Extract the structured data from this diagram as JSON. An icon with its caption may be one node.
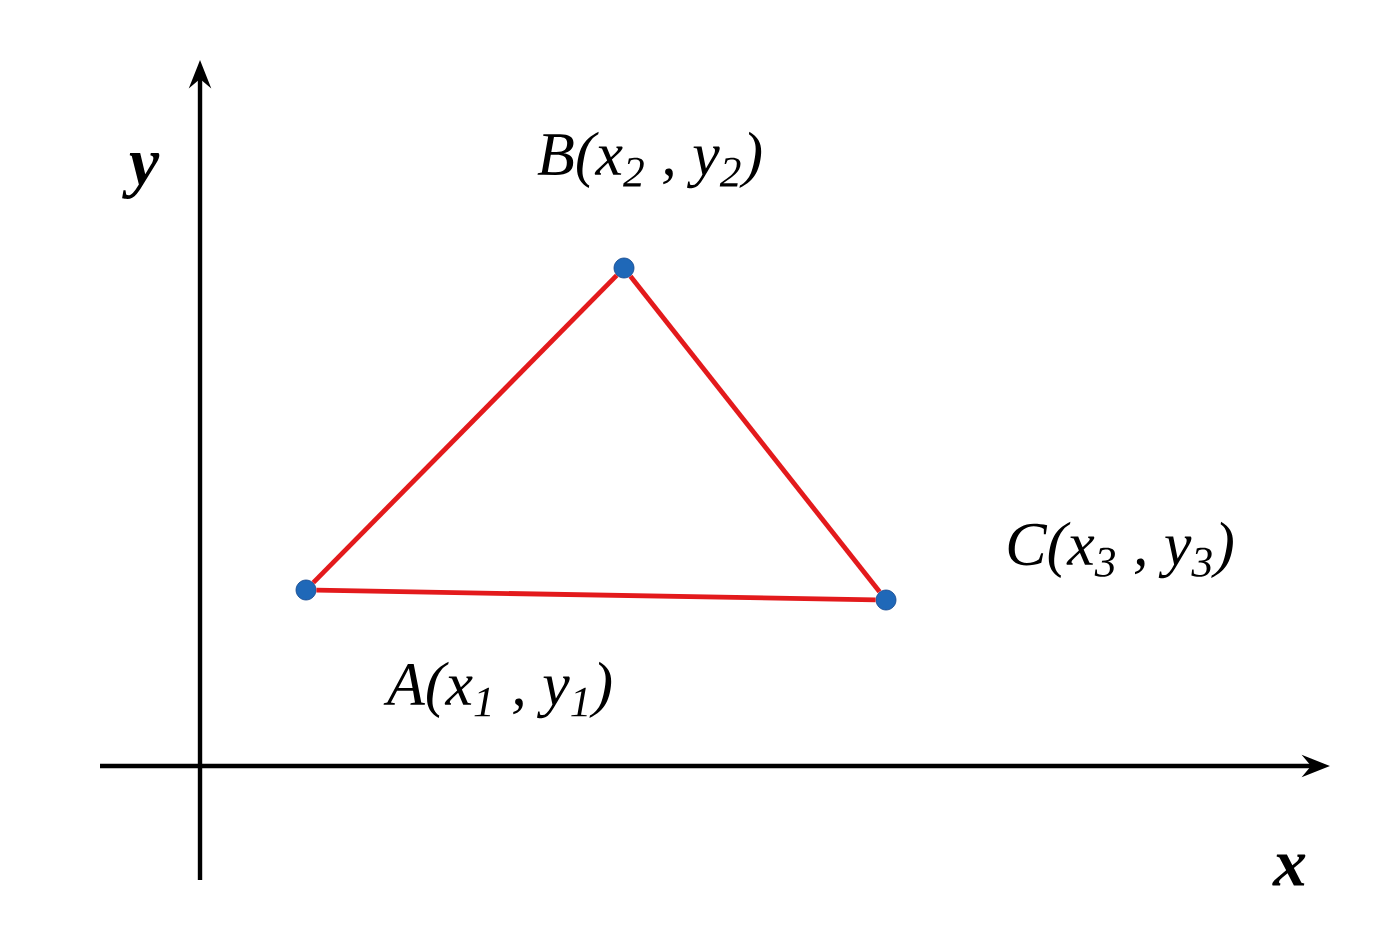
{
  "diagram": {
    "nodes": [
      {
        "text": [],
        "shape": "circle",
        "beside": [
          "A(x$_{1}$ , y$_{1}$)"
        ]
      },
      {
        "text": [],
        "shape": "circle",
        "beside": [
          "B(x$_{2}$ , y$_{2}$)"
        ]
      },
      {
        "text": [],
        "shape": "circle",
        "beside": [
          "C(x$_{3}$ , y$_{3}$)"
        ]
      }
    ],
    "edges": [
      {
        "from": 0,
        "to": 1,
        "arrow": "none"
      },
      {
        "from": 1,
        "to": 2,
        "arrow": "none"
      },
      {
        "from": 2,
        "to": 0,
        "arrow": "none"
      }
    ],
    "labels": [
      "y",
      "x"
    ]
  }
}
